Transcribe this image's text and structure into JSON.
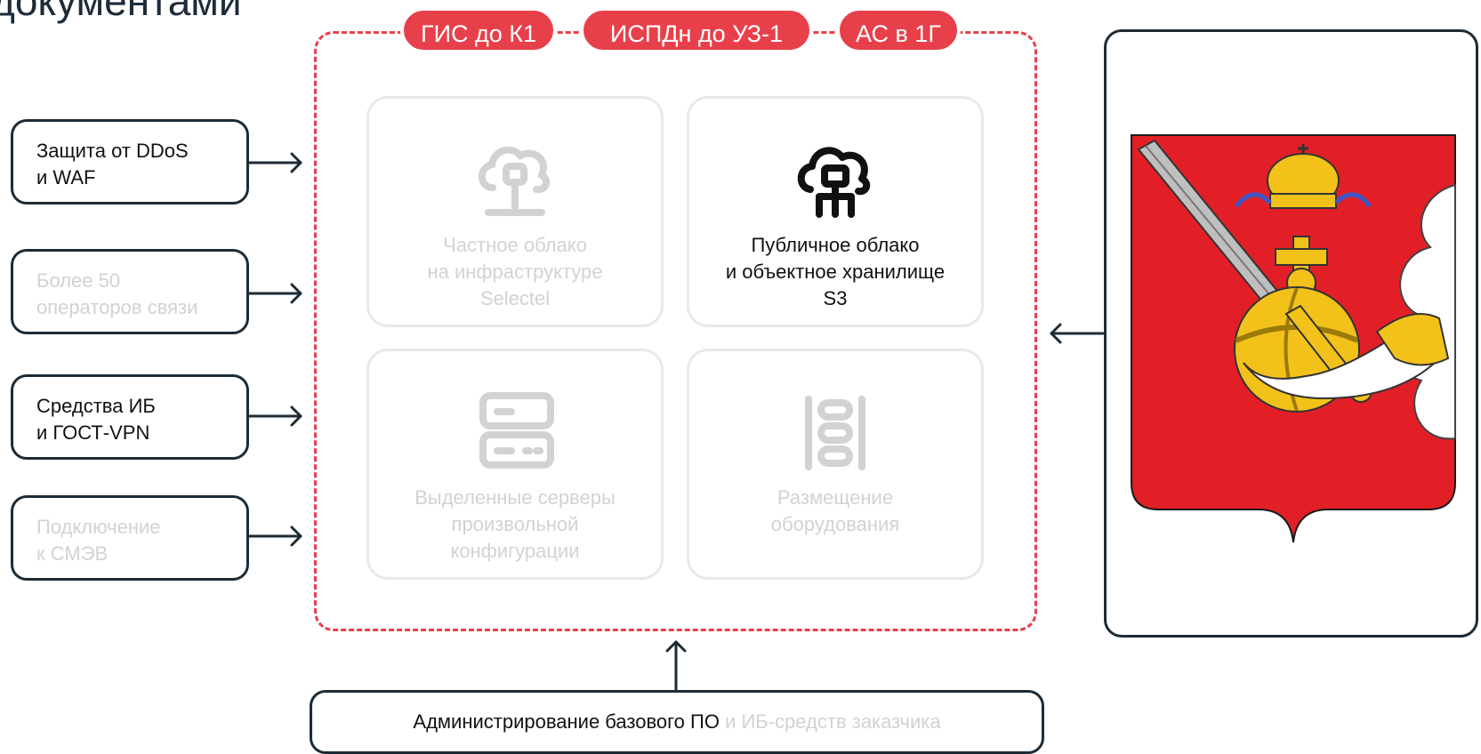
{
  "heading": "документами",
  "badges": [
    "ГИС до К1",
    "ИСПДн до УЗ-1",
    "АС в 1Г"
  ],
  "tiles": [
    {
      "label": "Частное облако\nна инфраструктуре\nSelectel",
      "icon": "cloud-tree-icon",
      "active": false
    },
    {
      "label": "Публичное облако\nи объектное хранилище\nS3",
      "icon": "cloud-network-icon",
      "active": true
    },
    {
      "label": "Выделенные серверы\nпроизвольной\nконфигурации",
      "icon": "server-icon",
      "active": false
    },
    {
      "label": "Размещение\nоборудования",
      "icon": "rack-icon",
      "active": false
    }
  ],
  "services": [
    {
      "label": "Защита от DDoS\nи WAF",
      "active": true
    },
    {
      "label": "Более 50\nоператоров связи",
      "active": false
    },
    {
      "label": "Средства ИБ\nи ГОСТ-VPN",
      "active": true
    },
    {
      "label": "Подключение\nк СМЭВ",
      "active": false
    }
  ],
  "bottom": {
    "main": "Администрирование базового ПО",
    "muted": " и ИБ-средств заказчика"
  },
  "crest": {
    "icon": "coat-of-arms-icon",
    "shield_color": "#e21f26",
    "gold": "#f2c21b"
  },
  "colors": {
    "accent": "#e8404a",
    "dark": "#1c2b36",
    "muted": "#d2d2d2"
  }
}
